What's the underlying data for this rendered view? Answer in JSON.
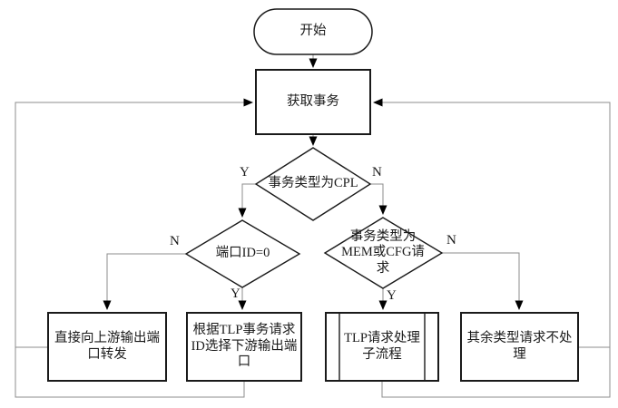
{
  "nodes": {
    "start": "开始",
    "get_transaction": "获取事务",
    "decision_cpl": "事务类型为CPL",
    "decision_port": "端口ID=0",
    "decision_memcfg": "事务类型为\nMEM或CFG请\n求",
    "forward_upstream": "直接向上游输出端\n口转发",
    "select_downstream": "根据TLP事务请求\nID选择下游输出端\n口",
    "tlp_subprocess": "TLP请求处理\n子流程",
    "no_process": "其余类型请求不处\n理"
  },
  "branch_labels": {
    "cpl_yes": "Y",
    "cpl_no": "N",
    "port_no": "N",
    "port_yes": "Y",
    "memcfg_yes": "Y",
    "memcfg_no": "N"
  },
  "colors": {
    "background": "#ffffff",
    "shape_border": "#1a1a1a",
    "connector": "#8c8c8c",
    "arrowhead": "#000000"
  }
}
